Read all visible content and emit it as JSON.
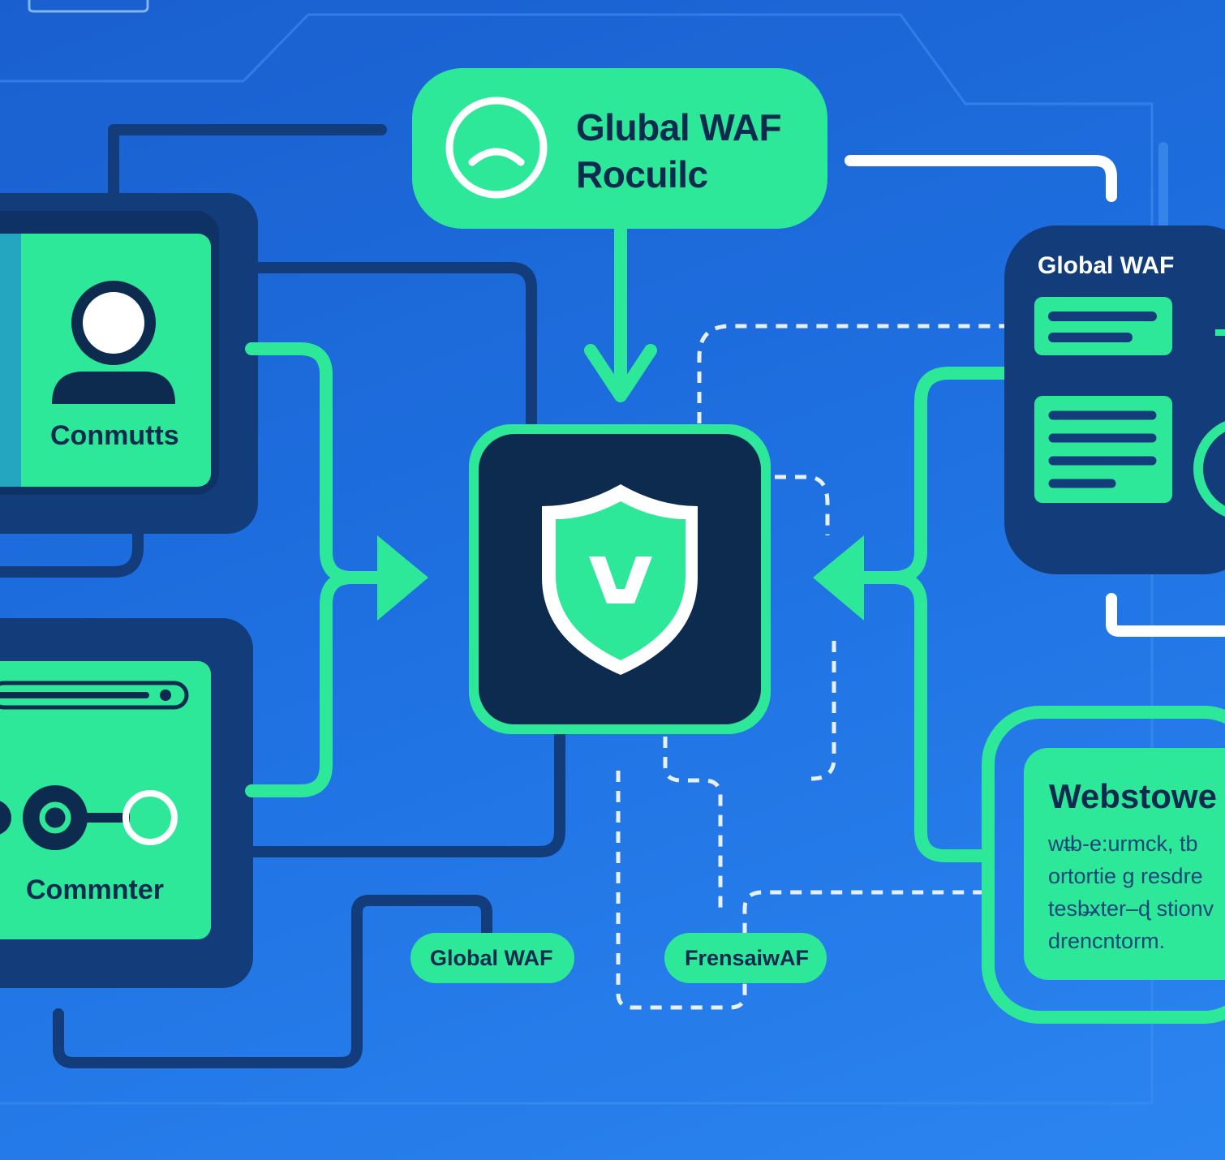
{
  "colors": {
    "background": "#1e6fe0",
    "accent_green": "#2ee89a",
    "dark_navy": "#0d2a4f",
    "panel_navy": "#123c7a",
    "white": "#ffffff"
  },
  "top_box": {
    "icon": "chevron-up-circle-icon",
    "title_line1": "Glubal WAF",
    "title_line2": "Rocuilc"
  },
  "left_panels": [
    {
      "label": "Conmutts",
      "icon": "user-avatar-icon"
    },
    {
      "label": "Commnter",
      "icon": "node-link-icon"
    }
  ],
  "center_node": {
    "icon": "shield-check-icon"
  },
  "right_card": {
    "title": "Global WAF",
    "icon": "document-lines-icon"
  },
  "pills": [
    {
      "label": "Global WAF"
    },
    {
      "label": "FrensaiwAF"
    }
  ],
  "web_card": {
    "heading": "Webstowe",
    "lines": [
      "wt̶b-e:urmck, tb",
      "ortortie g resdre",
      "tesb̶xter–ɖ stionv",
      "drencntorm."
    ]
  }
}
